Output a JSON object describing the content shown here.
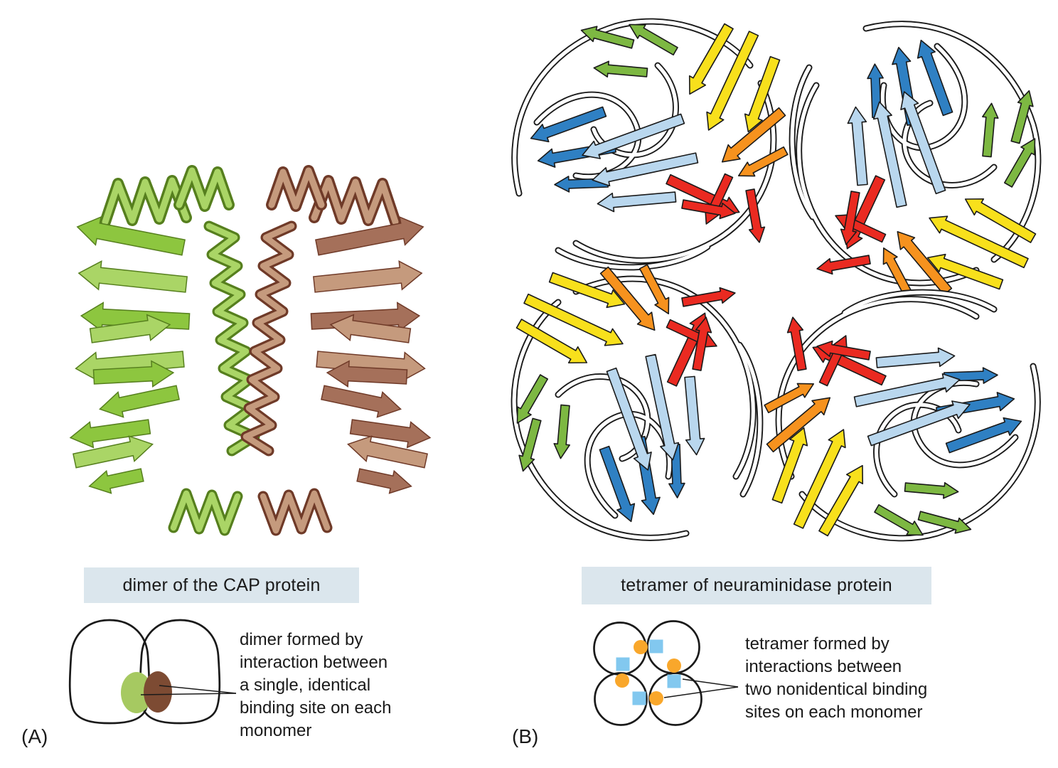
{
  "panel_a": {
    "panel_label": "(A)",
    "structure_label": "dimer of the CAP protein",
    "caption_lines": [
      "dimer formed by",
      "interaction between",
      "a single, identical",
      "binding site on each",
      "monomer"
    ],
    "monomer_colors": [
      "#8dc63f",
      "#a5705a"
    ],
    "binding_site_colors": [
      "#a6c961",
      "#7d4b33"
    ],
    "schematic": "two overlapping monomer outlines with one identical binding site (green and brown ovals) at the interface"
  },
  "panel_b": {
    "panel_label": "(B)",
    "structure_label": "tetramer of neuraminidase protein",
    "caption_lines": [
      "tetramer formed by",
      "interactions between",
      "two nonidentical binding",
      "sites on each monomer"
    ],
    "ribbon_colors": [
      "#2f80c3",
      "#7db842",
      "#f8e01c",
      "#f6921e",
      "#ea2a21",
      "#b9d7ee"
    ],
    "binding_site_1_color": "#f9a72b",
    "binding_site_2_color": "#82c8ef",
    "schematic": "four circles (monomers) each carrying an orange circular site and a blue square site arranged with 4-fold symmetry"
  },
  "style": {
    "background": "#ffffff",
    "label_box_bg": "#dbe6ed",
    "text_color": "#1a1a1a"
  }
}
